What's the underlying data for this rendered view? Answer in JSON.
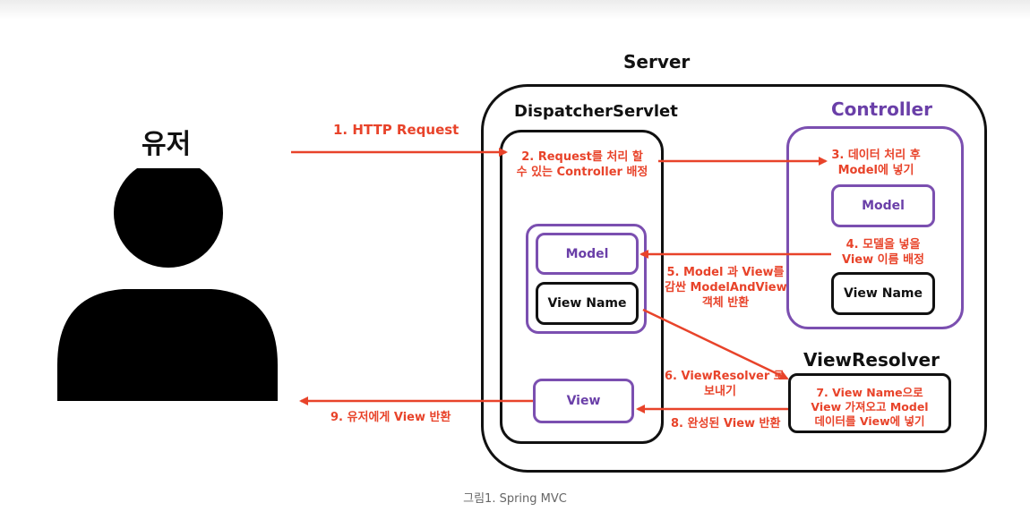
{
  "labels": {
    "user": "유저",
    "server": "Server",
    "dispatcher": "DispatcherServlet",
    "controller": "Controller",
    "view_resolver": "ViewResolver",
    "model_controller": "Model",
    "view_name_controller": "View Name",
    "model_dispatcher": "Model",
    "view_name_dispatcher": "View Name",
    "view": "View"
  },
  "steps": {
    "s1": "1. HTTP Request",
    "s2_line1": "2. Request를 처리 할",
    "s2_line2": "수 있는 Controller 배정",
    "s3_line1": "3. 데이터 처리 후",
    "s3_line2": "Model에 넣기",
    "s4_line1": "4. 모델을 넣을",
    "s4_line2": "View 이름 배정",
    "s5_line1": "5. Model 과 View를",
    "s5_line2": "감싼 ModelAndView",
    "s5_line3": "객체 반환",
    "s6_line1": "6. ViewResolver 로",
    "s6_line2": "보내기",
    "s7_line1": "7. View Name으로",
    "s7_line2": "View 가져오고 Model",
    "s7_line3": "데이터를 View에 넣기",
    "s8": "8. 완성된 View 반환",
    "s9": "9. 유저에게 View 반환"
  },
  "caption": "그림1. Spring MVC",
  "colors": {
    "arrow": "#e8432a",
    "purple": "#7b4fb0",
    "black": "#111111"
  }
}
